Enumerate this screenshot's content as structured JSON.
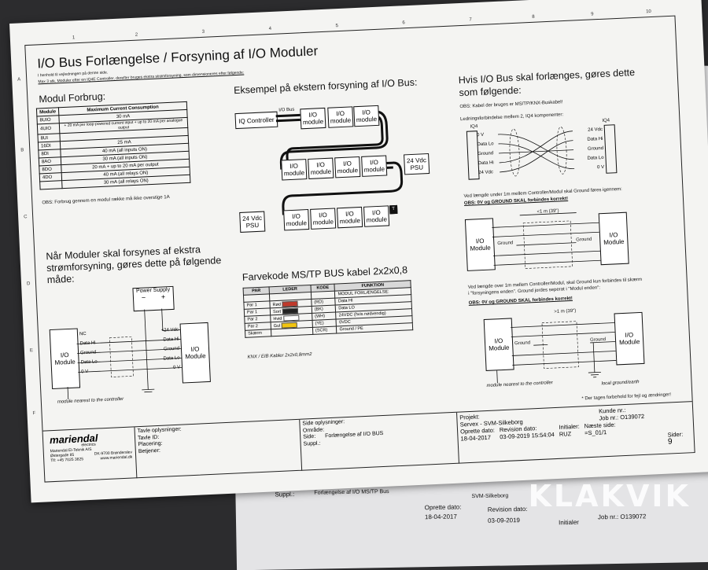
{
  "page": {
    "title": "I/O Bus Forlængelse / Forsyning af I/O Moduler",
    "intro1": "I henhold til vejledningen på denne side.",
    "intro2": "Max 3 stk. Moduler efter en IQ4E Controller, derefter bruges ekstra strømforsyning, som dimensioneres efter følgende:"
  },
  "ruler": {
    "cols": [
      "1",
      "2",
      "3",
      "4",
      "5",
      "6",
      "7",
      "8",
      "9",
      "10"
    ],
    "rows": [
      "A",
      "B",
      "C",
      "D",
      "E",
      "F"
    ]
  },
  "module_consumption": {
    "heading": "Modul Forbrug:",
    "col_module": "Module",
    "col_current": "Maximum Current Consumption",
    "rows": [
      {
        "module": "8UIO",
        "value": "30 mA"
      },
      {
        "module": "4UIO",
        "value": "+ 20 mA per loop-powered current input + up to 20 mA per analogue output"
      },
      {
        "module": "8UI",
        "value": ""
      },
      {
        "module": "16DI",
        "value": "25 mA"
      },
      {
        "module": "8DI",
        "value": "40 mA (all inputs ON)"
      },
      {
        "module": "8AO",
        "value": "30 mA (all inputs ON)"
      },
      {
        "module": "8DO",
        "value": "20 mA + up to 20 mA per output"
      },
      {
        "module": "4DO",
        "value": "40 mA (all relays ON)"
      },
      {
        "module": "",
        "value": "30 mA (all relays ON)"
      }
    ],
    "note": "OBS: Forbrug gennem en modul række må ikke overstige 1A"
  },
  "external_supply": {
    "heading": "Eksempel på ekstern forsyning af I/O Bus:",
    "iq_controller": "IQ Controller",
    "io_bus": "I/O Bus",
    "io_module": "I/O module",
    "psu": "24 Vdc PSU",
    "terminator": "T"
  },
  "extension": {
    "heading1": "Hvis I/O Bus skal forlænges, gøres dette",
    "heading2": "som følgende:",
    "cable_note": "OBS: Kabel der bruges er MS/TP/KNX-Buskabel!",
    "wiring_note": "Ledningsforbindelse mellem 2, IQ4 komponenter:",
    "left_label": "IQ4",
    "right_label": "IQ4",
    "left_terms": [
      "0 V",
      "Data Lo",
      "Ground",
      "Data Hi",
      "24 Vdc"
    ],
    "right_terms": [
      "24 Vdc",
      "Data Hi",
      "Ground",
      "Data Lo",
      "0 V"
    ],
    "under1m_note": "Ved længde under 1m mellem Controller/Modul skal Ground føres igennem:",
    "under1m_obs": "OBS: 0V og GROUND SKAL forbindes korrekt!",
    "under1m_dist": "<1 m (39\")",
    "over1m_note1": "Ved længde over 1m mellem Controller/Modul, skal Ground kun forbindes til skærm",
    "over1m_note2": "i \"forsyningens enden\". Ground jordes seperat i \"Modul enden\":",
    "over1m_obs": "OBS: 0V og GROUND SKAL forbindes korrekt!",
    "over1m_dist": ">1 m (39\")",
    "io_module": "I/O Module",
    "ground": "Ground",
    "nearest": "module nearest to the controller",
    "local_ground": "local ground/earth",
    "disclaimer": "* Der tages forbehold for fejl og ændringer!"
  },
  "extra_supply": {
    "heading1": "Når Moduler skal forsynes af ekstra",
    "heading2": "strømforsyning, gøres dette på følgende",
    "heading3": "måde:",
    "power_supply": "Power Supply",
    "minus": "−",
    "plus": "+",
    "io_module": "I/O Module",
    "left_terms": [
      "NC",
      "Data Hi",
      "Ground",
      "Data Lo",
      "0 V"
    ],
    "right_terms": [
      "+24 Vdc",
      "Data Hi",
      "Ground",
      "Data Lo",
      "0 V"
    ],
    "nearest": "module nearest to the controller"
  },
  "color_code": {
    "heading": "Farvekode MS/TP BUS kabel 2x2x0,8",
    "headers": [
      "PAR",
      "LEDER",
      "KODE",
      "FUNKTION"
    ],
    "subheader": "MODUL FORLÆNGELSE:",
    "rows": [
      {
        "par": "Par 1",
        "leder": "Rød",
        "color": "#c0392b",
        "kode": "(RD)",
        "funktion": "Data HI"
      },
      {
        "par": "Par 1",
        "leder": "Sort",
        "color": "#222222",
        "kode": "(BK)",
        "funktion": "Data LO"
      },
      {
        "par": "Par 2",
        "leder": "Hvid",
        "color": "#ffffff",
        "kode": "(WH)",
        "funktion": "24VDC (hvis nødvendig)"
      },
      {
        "par": "Par 2",
        "leder": "Gul",
        "color": "#f1c40f",
        "kode": "(YE)",
        "funktion": "0VDC"
      },
      {
        "par": "Skærm",
        "leder": "",
        "color": "",
        "kode": "(SCR)",
        "funktion": "Ground / PE"
      }
    ],
    "note": "KNX / EIB Kabler 2x2x0,8mm2"
  },
  "titleblock": {
    "company": "mariendal",
    "company_sub": "electrics",
    "addr1": "Mariendal El-Teknik A/S",
    "addr2": "Østergade 85",
    "addr3": "DK-9700 Brønderslev",
    "tlf": "Tlf: +45 7025 3825",
    "web": "www.mariendal.dk",
    "tavle_label": "Tavle oplysninger:",
    "tavle_id": "Tavle ID:",
    "placering": "Placering:",
    "betjener": "Betjener:",
    "side_label": "Side oplysninger:",
    "omraade": "Område:",
    "side": "Side:",
    "side_value": "Forlængelse af I/O BUS",
    "suppl": "Suppl.:",
    "projekt_label": "Projekt:",
    "projekt_value": "Servex - SVM-Silkeborg",
    "oprette_label": "Oprette dato:",
    "oprette_value": "18-04-2017",
    "revision_label": "Revision dato:",
    "revision_value": "03-09-2019 15:54:04",
    "initialer_label": "Initialer:",
    "initialer_value": "RUZ",
    "kunde_label": "Kunde nr.:",
    "job_label": "Job nr.:",
    "job_value": "O139072",
    "naeste_label": "Næste side:",
    "naeste_value": "=S_01/1",
    "sider_label": "Sider:",
    "sider_value": "9"
  },
  "under": {
    "suppl": "Suppl.:",
    "side_text": "Forlængelse af I/O MS/TP Bus",
    "oprette_label": "Oprette dato:",
    "oprette_value": "18-04-2017",
    "revision_label": "Revision dato:",
    "revision_value": "03-09-2019",
    "silkeborg": "SVM-Silkeborg",
    "job": "Job nr.: O139072",
    "initialer": "Initialer"
  },
  "watermark": "KLAKVIK"
}
